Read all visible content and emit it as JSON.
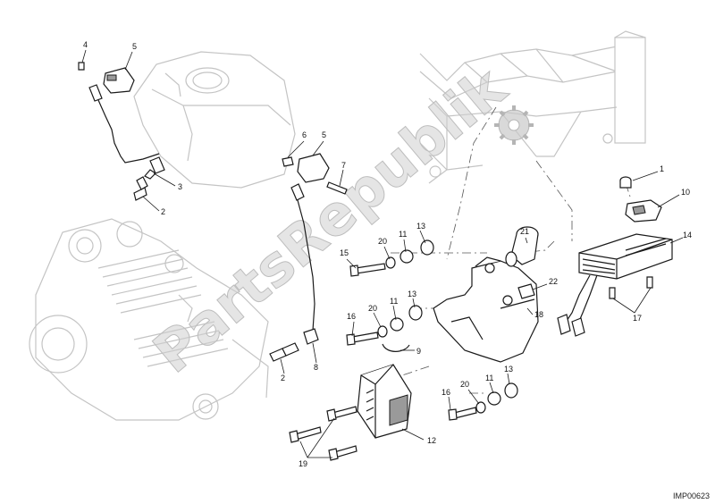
{
  "diagram": {
    "image_code": "IMP00623",
    "watermark": "PartsRepublik",
    "callouts": [
      {
        "id": "c-4a",
        "label": "4"
      },
      {
        "id": "c-5a",
        "label": "5"
      },
      {
        "id": "c-3",
        "label": "3"
      },
      {
        "id": "c-2a",
        "label": "2"
      },
      {
        "id": "c-6",
        "label": "6"
      },
      {
        "id": "c-5b",
        "label": "5"
      },
      {
        "id": "c-7",
        "label": "7"
      },
      {
        "id": "c-1",
        "label": "1"
      },
      {
        "id": "c-10",
        "label": "10"
      },
      {
        "id": "c-14",
        "label": "14"
      },
      {
        "id": "c-21",
        "label": "21"
      },
      {
        "id": "c-13a",
        "label": "13"
      },
      {
        "id": "c-11a",
        "label": "11"
      },
      {
        "id": "c-20a",
        "label": "20"
      },
      {
        "id": "c-15",
        "label": "15"
      },
      {
        "id": "c-22",
        "label": "22"
      },
      {
        "id": "c-11b",
        "label": "11"
      },
      {
        "id": "c-13b",
        "label": "13"
      },
      {
        "id": "c-20b",
        "label": "20"
      },
      {
        "id": "c-16a",
        "label": "16"
      },
      {
        "id": "c-18",
        "label": "18"
      },
      {
        "id": "c-17",
        "label": "17"
      },
      {
        "id": "c-2b",
        "label": "2"
      },
      {
        "id": "c-8",
        "label": "8"
      },
      {
        "id": "c-9",
        "label": "9"
      },
      {
        "id": "c-13c",
        "label": "13"
      },
      {
        "id": "c-11c",
        "label": "11"
      },
      {
        "id": "c-20c",
        "label": "20"
      },
      {
        "id": "c-16b",
        "label": "16"
      },
      {
        "id": "c-12",
        "label": "12"
      },
      {
        "id": "c-19",
        "label": "19"
      }
    ]
  }
}
